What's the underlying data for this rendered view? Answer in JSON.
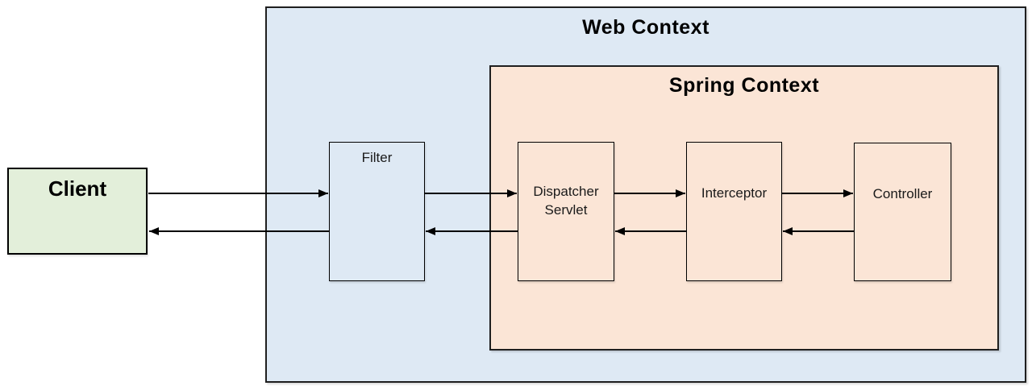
{
  "containers": {
    "web_context": {
      "label": "Web Context",
      "fill": "#dee9f4"
    },
    "spring_context": {
      "label": "Spring Context",
      "fill": "#fbe5d6"
    }
  },
  "nodes": {
    "client": {
      "label": "Client",
      "fill": "#e3efda"
    },
    "filter": {
      "label": "Filter",
      "fill": "#dee9f4"
    },
    "dispatcher_servlet": {
      "label": "Dispatcher Servlet",
      "fill": "#fbe5d6"
    },
    "interceptor": {
      "label": "Interceptor",
      "fill": "#fbe5d6"
    },
    "controller": {
      "label": "Controller",
      "fill": "#fbe5d6"
    }
  },
  "edges": [
    {
      "from": "client",
      "to": "filter",
      "direction": "forward"
    },
    {
      "from": "filter",
      "to": "client",
      "direction": "return"
    },
    {
      "from": "filter",
      "to": "dispatcher_servlet",
      "direction": "forward"
    },
    {
      "from": "dispatcher_servlet",
      "to": "filter",
      "direction": "return"
    },
    {
      "from": "dispatcher_servlet",
      "to": "interceptor",
      "direction": "forward"
    },
    {
      "from": "interceptor",
      "to": "dispatcher_servlet",
      "direction": "return"
    },
    {
      "from": "interceptor",
      "to": "controller",
      "direction": "forward"
    },
    {
      "from": "controller",
      "to": "interceptor",
      "direction": "return"
    }
  ],
  "colors": {
    "background": "#ffffff",
    "border": "#000000",
    "arrow": "#000000"
  }
}
